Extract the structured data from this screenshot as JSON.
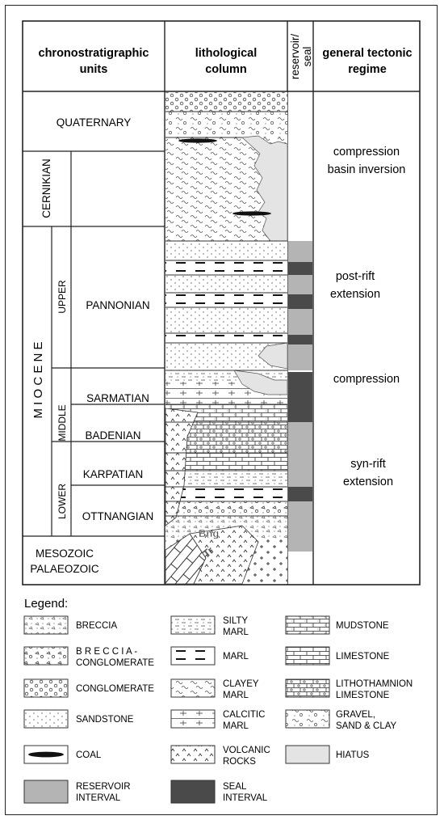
{
  "headers": {
    "chrono_1": "chronostratigraphic",
    "chrono_2": "units",
    "litho_1": "lithological",
    "litho_2": "column",
    "res_1": "reservoir/",
    "res_2": "seal",
    "tect_1": "general tectonic",
    "tect_2": "regime"
  },
  "units": {
    "quaternary": "QUATERNARY",
    "cernikian": "CERNIKIAN",
    "miocene": "M I O C E N E",
    "upper": "UPPER",
    "middle": "MIDDLE",
    "lower": "LOWER",
    "pannonian": "PANNONIAN",
    "sarmatian": "SARMATIAN",
    "badenian": "BADENIAN",
    "karpatian": "KARPATIAN",
    "ottnangian": "OTTNANGIAN",
    "mesozoic": "MESOZOIC",
    "palaeozoic": "PALAEOZOIC"
  },
  "column_labels": {
    "bng": "Bng",
    "tr": "Tr"
  },
  "tectonics": {
    "compression_inversion_1": "compression",
    "compression_inversion_2": "basin inversion",
    "post_rift_1": "post-rift",
    "post_rift_2": "extension",
    "compression": "compression",
    "syn_rift_1": "syn-rift",
    "syn_rift_2": "extension"
  },
  "legend": {
    "title": "Legend:",
    "breccia": "BRECCIA",
    "breccia_conglomerate_1": "B R E C C I A -",
    "breccia_conglomerate_2": "CONGLOMERATE",
    "conglomerate": "CONGLOMERATE",
    "sandstone": "SANDSTONE",
    "coal": "COAL",
    "reservoir_1": "RESERVOIR",
    "reservoir_2": "INTERVAL",
    "silty_marl_1": "SILTY",
    "silty_marl_2": "MARL",
    "marl": "MARL",
    "clayey_marl_1": "CLAYEY",
    "clayey_marl_2": "MARL",
    "calcitic_marl_1": "CALCITIC",
    "calcitic_marl_2": "MARL",
    "volcanic_1": "VOLCANIC",
    "volcanic_2": "ROCKS",
    "seal_1": "SEAL",
    "seal_2": "INTERVAL",
    "mudstone": "MUDSTONE",
    "limestone": "LIMESTONE",
    "lithothamnion_1": "LITHOTHAMNION",
    "lithothamnion_2": "LIMESTONE",
    "gravel_1": "GRAVEL,",
    "gravel_2": "SAND & CLAY",
    "hiatus": "HIATUS"
  },
  "colors": {
    "reservoir": "#b4b4b4",
    "seal": "#4a4a4a",
    "hiatus": "#e4e4e4",
    "line": "#222222"
  }
}
